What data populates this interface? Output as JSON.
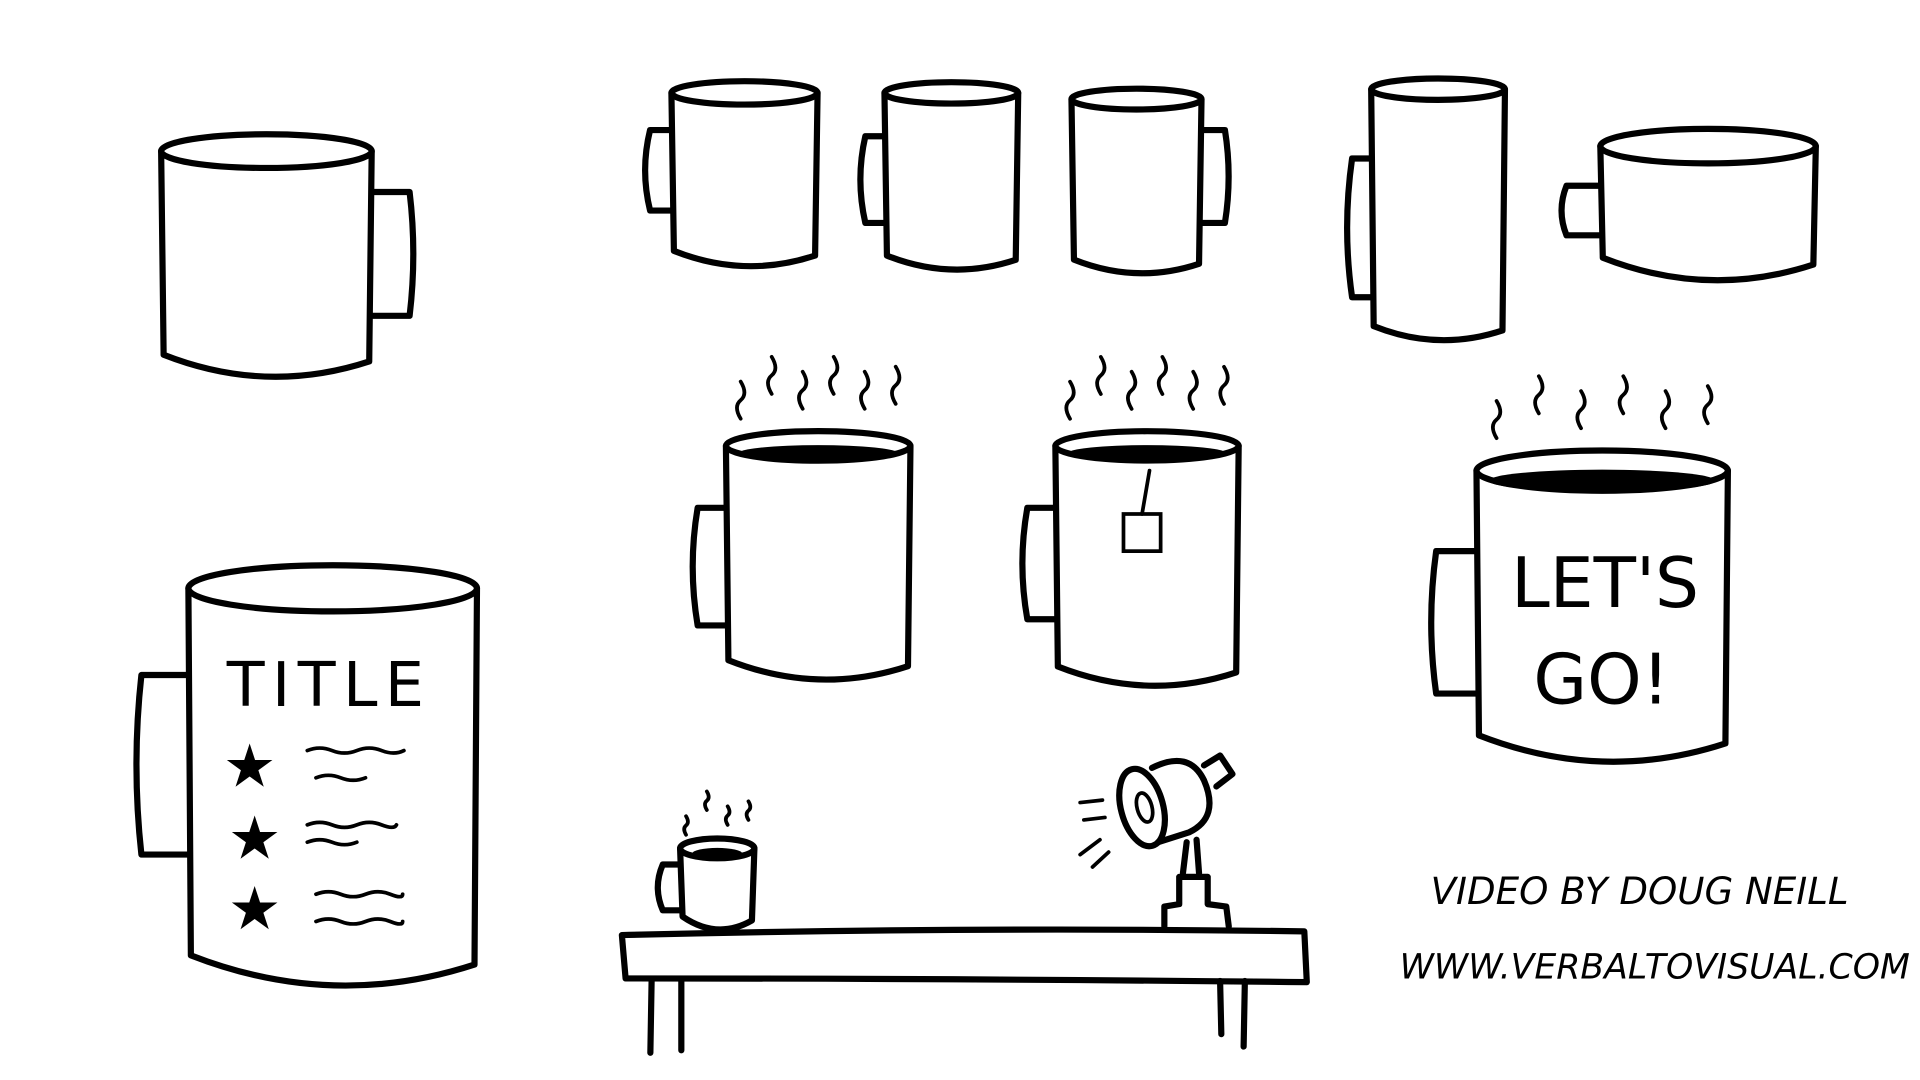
{
  "canvas": {
    "background": "#ffffff",
    "ink": "#000000"
  },
  "title_mug": {
    "title": "TITLE",
    "bullet_icon": "star-icon"
  },
  "lets_go_mug": {
    "line1": "LET'S",
    "line2": "GO!"
  },
  "credits": {
    "byline": "VIDEO BY DOUG NEILL",
    "url": "WWW.VERBALTOVISUAL.COM"
  }
}
